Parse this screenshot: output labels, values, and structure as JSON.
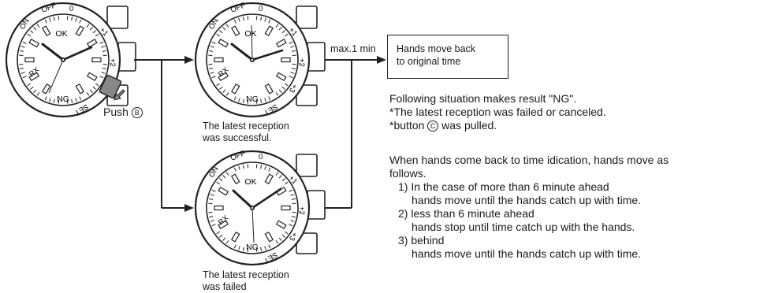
{
  "dial": {
    "ok": "OK",
    "ng": "NG",
    "on": "ON",
    "off": "OFF",
    "zero": "0",
    "plus1": "+1",
    "plus2": "+2",
    "plus3": "+3",
    "set": "SET",
    "rx": "RX"
  },
  "labels": {
    "push": "Push",
    "push_button": "B",
    "max_time": "max.1 min",
    "success_caption_line1": "The latest reception",
    "success_caption_line2": "was successful.",
    "fail_caption_line1": "The latest reception",
    "fail_caption_line2": "was failed"
  },
  "result_box": {
    "line1": "Hands move back",
    "line2": "to original time"
  },
  "notes": {
    "intro": "Following situation makes result \"NG\".",
    "item1": "*The latest reception was failed or canceled.",
    "item2_prefix": "*button",
    "item2_button": "C",
    "item2_suffix": "was pulled.",
    "para_line1": "When hands come back to time idication, hands move as",
    "para_line2": "follows.",
    "step1_title": "1) In the case of more than 6 minute ahead",
    "step1_detail": "hands move until the hands catch up with time.",
    "step2_title": "2) less than 6 minute ahead",
    "step2_detail": "hands stop until time catch up with the hands.",
    "step3_title": "3) behind",
    "step3_detail": "hands move until the hands catch up with time."
  }
}
